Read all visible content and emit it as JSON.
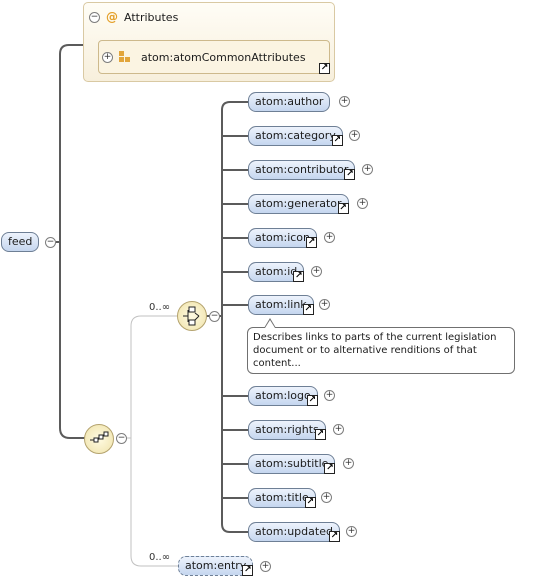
{
  "attributes": {
    "title": "Attributes",
    "at_symbol": "@",
    "group_label": "atom:atomCommonAttributes"
  },
  "root": {
    "label": "feed"
  },
  "choice": {
    "multiplicity": "0..∞"
  },
  "elements": [
    {
      "label": "atom:author"
    },
    {
      "label": "atom:category"
    },
    {
      "label": "atom:contributor"
    },
    {
      "label": "atom:generator"
    },
    {
      "label": "atom:icon"
    },
    {
      "label": "atom:id"
    },
    {
      "label": "atom:link"
    },
    {
      "label": "atom:logo"
    },
    {
      "label": "atom:rights"
    },
    {
      "label": "atom:subtitle"
    },
    {
      "label": "atom:title"
    },
    {
      "label": "atom:updated"
    }
  ],
  "entry": {
    "label": "atom:entry",
    "multiplicity": "0..∞"
  },
  "tooltip": {
    "text": "Describes links to parts of the current legislation document or to alternative renditions of that content..."
  },
  "symbols": {
    "expand": "+",
    "collapse": "−",
    "reference": "↗"
  },
  "colors": {
    "node_fill": "#c5d6ef",
    "node_border": "#6e7f95",
    "attr_accent": "#e4a02a",
    "compositor_fill": "#efe2a9"
  }
}
